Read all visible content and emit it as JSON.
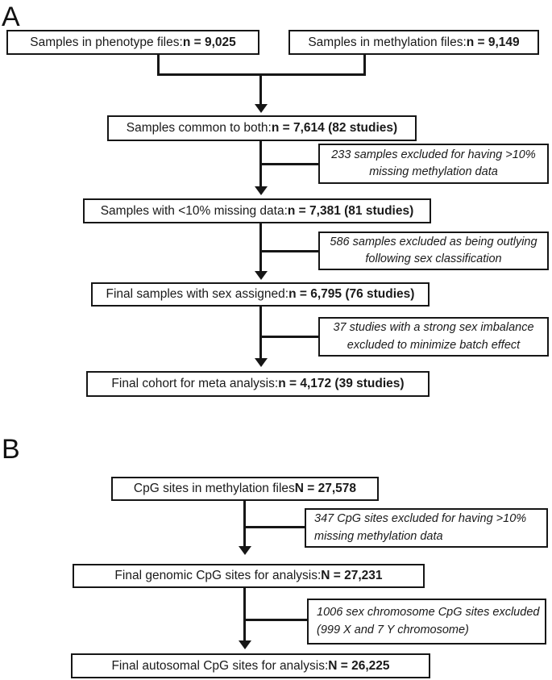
{
  "panelA": {
    "label": "A",
    "box_phenotype": {
      "text": "Samples in phenotype files: ",
      "bold": "n = 9,025"
    },
    "box_methylation": {
      "text": "Samples in methylation files: ",
      "bold": "n = 9,149"
    },
    "box_common": {
      "text": "Samples common to both: ",
      "bold": "n = 7,614 (82 studies)"
    },
    "note_missing": {
      "line1": "233 samples excluded for having >10%",
      "line2": "missing methylation data"
    },
    "box_missing": {
      "text": "Samples with <10% missing data: ",
      "bold": "n = 7,381 (81 studies)"
    },
    "note_outlying": {
      "line1": "586 samples excluded as being outlying",
      "line2": "following sex classification"
    },
    "box_sex_assigned": {
      "text": "Final samples with sex assigned: ",
      "bold": "n = 6,795 (76 studies)"
    },
    "note_imbalance": {
      "line1": "37 studies with a strong sex imbalance",
      "line2": "excluded to minimize batch effect"
    },
    "box_final_cohort": {
      "text": "Final cohort for meta analysis: ",
      "bold": "n = 4,172 (39 studies)"
    }
  },
  "panelB": {
    "label": "B",
    "box_cpg_sites": {
      "text": "CpG sites in methylation files ",
      "bold": "N = 27,578"
    },
    "note_cpg_missing": {
      "line1": "347 CpG sites excluded for having >10%",
      "line2": "missing methylation data"
    },
    "box_genomic": {
      "text": "Final genomic CpG sites for analysis: ",
      "bold": "N = 27,231"
    },
    "note_sex_chrom": {
      "line1": "1006 sex chromosome CpG sites excluded",
      "line2": "(999 X and 7 Y chromosome)"
    },
    "box_autosomal": {
      "text": "Final autosomal CpG sites for analysis: ",
      "bold": "N = 26,225"
    }
  },
  "colors": {
    "line": "#161616",
    "background": "#ffffff",
    "text": "#1a1a1a"
  }
}
